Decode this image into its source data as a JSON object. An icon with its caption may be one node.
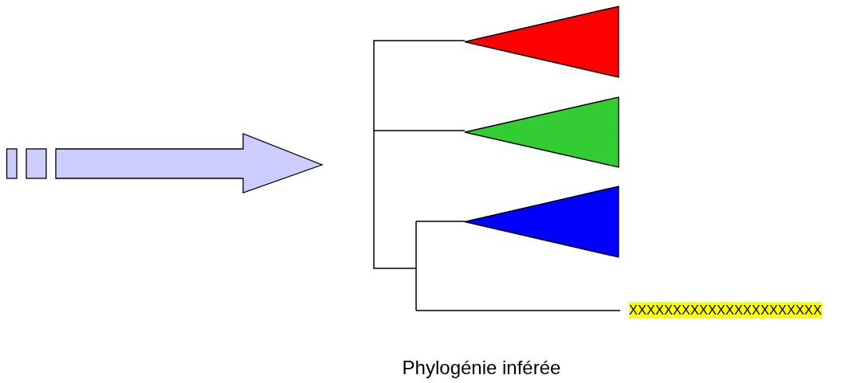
{
  "diagram": {
    "caption": "Phylogénie inférée",
    "nodes": [
      {
        "text": [],
        "shape": "triangle"
      },
      {
        "text": [],
        "shape": "triangle"
      },
      {
        "text": [],
        "shape": "triangle"
      },
      {
        "text": [
          "XXXXXXXXXXXXXXXXXXXXXX"
        ]
      }
    ]
  }
}
